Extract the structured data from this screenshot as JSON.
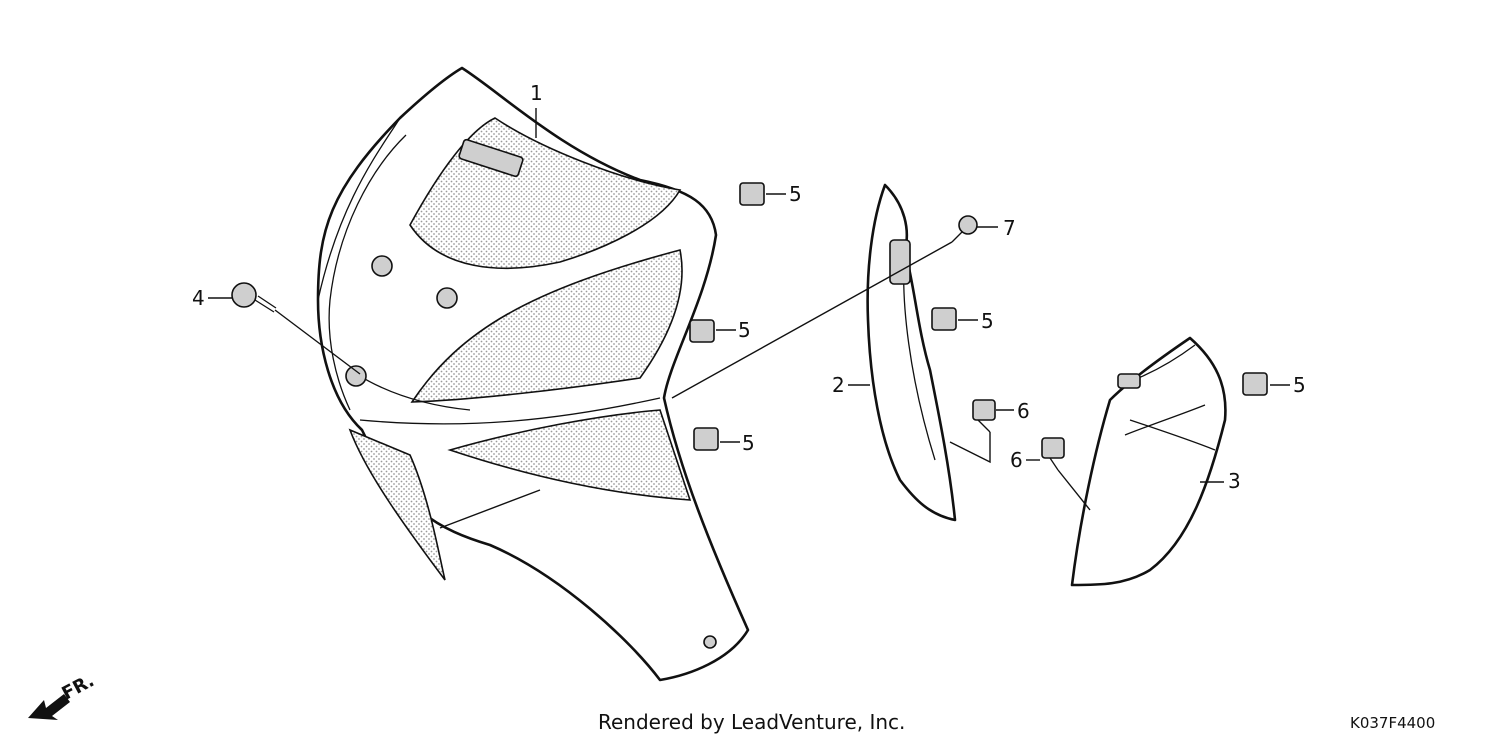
{
  "diagram": {
    "callouts": [
      "1",
      "2",
      "3",
      "4",
      "5",
      "6",
      "7"
    ],
    "direction_label": "FR.",
    "credit": "Rendered by LeadVenture, Inc.",
    "drawing_code": "K037F4400"
  }
}
